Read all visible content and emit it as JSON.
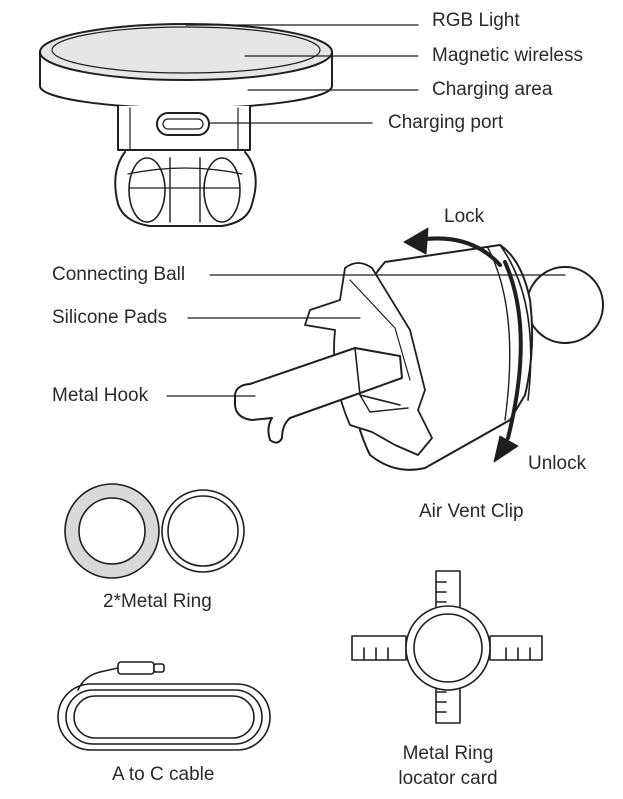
{
  "charger": {
    "labels": {
      "rgb_light": "RGB Light",
      "magnetic_wireless": "Magnetic wireless",
      "charging_area": "Charging area",
      "charging_port": "Charging port"
    }
  },
  "vent_clip": {
    "labels": {
      "connecting_ball": "Connecting Ball",
      "silicone_pads": "Silicone Pads",
      "metal_hook": "Metal Hook",
      "lock": "Lock",
      "unlock": "Unlock"
    },
    "caption": "Air Vent Clip"
  },
  "accessories": {
    "metal_ring": "2*Metal Ring",
    "cable": "A to C cable",
    "locator_card_line1": "Metal Ring",
    "locator_card_line2": "locator card"
  },
  "colors": {
    "line": "#1f1f1f",
    "ring_fill": "#d9d9d9",
    "text": "#2a2a2a"
  }
}
